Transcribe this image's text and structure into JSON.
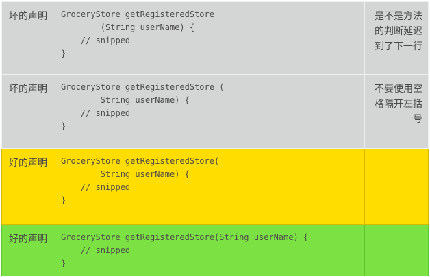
{
  "table": {
    "purpose": "method-declaration-style-comparison",
    "colors": {
      "bad_row_bg": "#d4d6d6",
      "good_row_yellow_bg": "#ffdd00",
      "good_row_green_bg": "#7ce142",
      "text": "#4a4a4a"
    },
    "rows": [
      {
        "label": "坏的声明",
        "code": "GroceryStore getRegisteredStore\n        (String userName) {\n    // snipped\n}",
        "note": "是不是方法的判断延迟到了下一行",
        "quality": "bad"
      },
      {
        "label": "坏的声明",
        "code": "GroceryStore getRegisteredStore (\n        String userName) {\n    // snipped\n}",
        "note": "不要使用空格隔开左括号",
        "quality": "bad"
      },
      {
        "label": "好的声明",
        "code": "GroceryStore getRegisteredStore(\n        String userName) {\n    // snipped\n}",
        "note": "",
        "quality": "good"
      },
      {
        "label": "好的声明",
        "code": "GroceryStore getRegisteredStore(String userName) {\n    // snipped\n}",
        "note": "",
        "quality": "good"
      }
    ]
  }
}
